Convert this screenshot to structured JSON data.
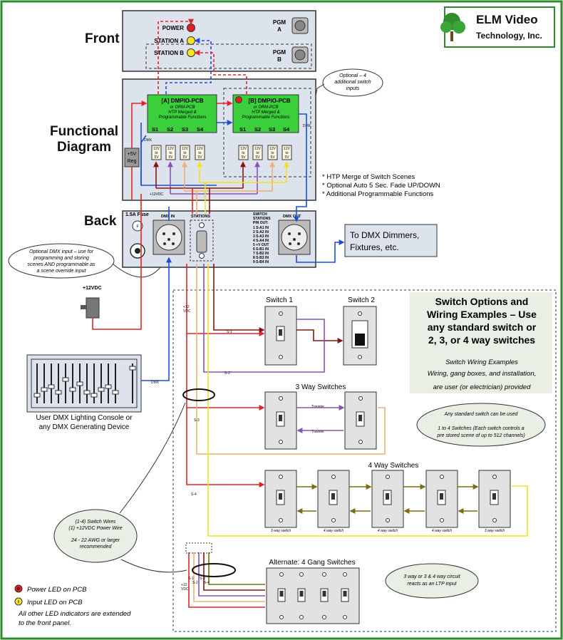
{
  "logo": {
    "line1": "ELM Video",
    "line2": "Technology, Inc."
  },
  "sections": {
    "front": "Front",
    "functional_l1": "Functional",
    "functional_l2": "Diagram",
    "back": "Back"
  },
  "front_panel": {
    "power": "POWER",
    "station_a": "STATION A",
    "station_b": "STATION B",
    "pgm_a_l1": "PGM",
    "pgm_a_l2": "A",
    "pgm_b_l1": "PGM",
    "pgm_b_l2": "B"
  },
  "callouts": {
    "optional_inputs": [
      "Optional – 4",
      "additional switch",
      "inputs"
    ],
    "dmx_input": [
      "Optional DMX input – use for",
      "programming and storing",
      "scenes AND programmable as",
      "a scene override input"
    ],
    "wires": [
      "(1-4) Switch Wires",
      "(1) +12VDC Power Wire",
      "",
      "24 - 22 AWG or larger",
      "recommended"
    ],
    "any_switch": [
      "Any standard switch can be used",
      "",
      "1 to 4 Switches (Each switch controls a",
      "pre stored scene of up to 512 channels)"
    ],
    "ltp": [
      "3 way or 3 & 4 way circuit",
      "reacts as an LTP input"
    ]
  },
  "pcb_a": {
    "title": "[A] DMPIO-PCB",
    "l2": "or DRM-PCB",
    "l3": "HTP Merged &",
    "l4": "Programmable Functions"
  },
  "pcb_b": {
    "title": "[B] DMPIO-PCB",
    "l2": "or DRM-PCB",
    "l3": "HTP Merged &",
    "l4": "Programmable Functions"
  },
  "switch_labels": [
    "S1",
    "S2",
    "S3",
    "S4"
  ],
  "converter": [
    "12V",
    "to",
    "5V"
  ],
  "reg": [
    "+5V",
    "Reg"
  ],
  "dmx_small": "DMX",
  "plus12_small": "+12VDC",
  "features": [
    "* HTP Merge of Switch Scenes",
    "* Optional Auto 5 Sec. Fade UP/DOWN",
    "* Additional Programmable Functions"
  ],
  "back_panel": {
    "fuse": "1.5A Fuse",
    "fuse_f": "F",
    "dmx_in": "DMX IN",
    "stations": "STATIONS",
    "pinout_title": [
      "SWITCH",
      "STATIONS",
      "PIN OUT:"
    ],
    "pinout": [
      "1 S-A1 IN",
      "2 S-A2 IN",
      "3 S-A3 IN",
      "4 S-A4 IN",
      "5 +V OUT",
      "6 S-B1 IN",
      "7 S-B2 IN",
      "8 S-B3 IN",
      "9 S-B4 IN"
    ],
    "dmx_out": "DMX OUT"
  },
  "dmx_dimmers": [
    "To DMX Dimmers,",
    "Fixtures, etc."
  ],
  "power_in": "+12VDC",
  "console": [
    "User DMX Lighting Console or",
    "any DMX Generating Device"
  ],
  "options_title": [
    "Switch Options and",
    "Wiring Examples – Use",
    "any standard switch or",
    "2, 3, or 4 way switches"
  ],
  "options_sub": [
    "Switch Wiring Examples",
    "Wiring, gang boxes, and installation,",
    "are user (or electrician) provided"
  ],
  "switch1": "Switch 1",
  "switch2": "Switch 2",
  "three_way": "3 Way Switches",
  "four_way": "4 Way Switches",
  "traveler": "Traveler",
  "plate_labels": [
    "3 way switch",
    "4 way switch",
    "4 way switch",
    "4 way switch",
    "3 way switch"
  ],
  "gang": "Alternate: 4 Gang Switches",
  "wire_labels": {
    "s1": "S-1",
    "s2": "S-2",
    "s3": "S-3",
    "s4": "S-4",
    "v12": [
      "+12",
      "VDC"
    ]
  },
  "gang_wire_labels": [
    "S-1",
    "S-2",
    "S-3",
    "S-4"
  ],
  "legend": {
    "p_mark": "P",
    "i_mark": "I",
    "power_led": "Power LED on PCB",
    "input_led": "Input LED on PCB",
    "note": [
      "All other LED indicators are extended",
      "to the front panel."
    ]
  }
}
